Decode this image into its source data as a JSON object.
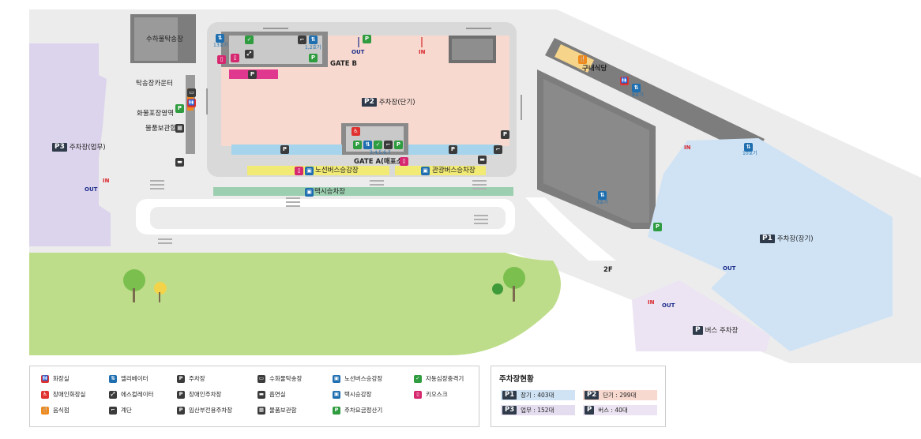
{
  "labels": {
    "freight_terminal": "수하물탁송장",
    "checkin_counter": "탁송장카운터",
    "cargo_area": "화물포장영역",
    "luggage_storage": "물품보관함",
    "restaurant": "구내식당",
    "gate_b": "GATE B",
    "gate_a": "GATE A(매표소)",
    "route_bus": "노선버스승강장",
    "tour_bus": "관광버스승차장",
    "taxi": "택시승차장",
    "floor_2f": "2F",
    "in": "IN",
    "out": "OUT",
    "elevator_13": "13호기",
    "elevator_12": "1,2호기",
    "elevator_34567": "3,4,5,6,7",
    "elevator_8": "8호기",
    "elevator_9": "9호기",
    "elevator_10": "10호기"
  },
  "zones": {
    "p1": {
      "badge": "P1",
      "name": "주차장(장기)"
    },
    "p2": {
      "badge": "P2",
      "name": "주차장(단기)"
    },
    "p3": {
      "badge": "P3",
      "name": "주차장(업무)"
    },
    "bus": {
      "badge": "P",
      "name": "버스 주차장"
    }
  },
  "legend": [
    {
      "icon": "toilet-icon",
      "symbol": "🚻",
      "color": "#e0332f",
      "label": "화장실"
    },
    {
      "icon": "accessible-toilet-icon",
      "symbol": "♿",
      "color": "#e0332f",
      "label": "장애인화장실"
    },
    {
      "icon": "restaurant-icon",
      "symbol": "🍴",
      "color": "#f08a1c",
      "label": "음식점"
    },
    {
      "icon": "elevator-icon",
      "symbol": "⇅",
      "color": "#1f6fb0",
      "label": "엘리베이터"
    },
    {
      "icon": "escalator-icon",
      "symbol": "⤢",
      "color": "#3b3b3b",
      "label": "에스컬레이터"
    },
    {
      "icon": "stairs-icon",
      "symbol": "⌐",
      "color": "#3b3b3b",
      "label": "계단"
    },
    {
      "icon": "parking-icon",
      "symbol": "P",
      "color": "#3b3b3b",
      "label": "주차장"
    },
    {
      "icon": "accessible-parking-icon",
      "symbol": "P",
      "color": "#3b3b3b",
      "label": "장애인주차장"
    },
    {
      "icon": "pregnant-parking-icon",
      "symbol": "P",
      "color": "#3b3b3b",
      "label": "임산부전용주차장"
    },
    {
      "icon": "freight-icon",
      "symbol": "▭",
      "color": "#3b3b3b",
      "label": "수화물탁송장"
    },
    {
      "icon": "smoking-icon",
      "symbol": "▬",
      "color": "#3b3b3b",
      "label": "흡연실"
    },
    {
      "icon": "locker-icon",
      "symbol": "▦",
      "color": "#3b3b3b",
      "label": "물품보관함"
    },
    {
      "icon": "route-bus-icon",
      "symbol": "▣",
      "color": "#1f6fb0",
      "label": "노선버스승강장"
    },
    {
      "icon": "taxi-icon",
      "symbol": "▣",
      "color": "#1f6fb0",
      "label": "택시승강장"
    },
    {
      "icon": "pay-station-icon",
      "symbol": "P",
      "color": "#2e9c3f",
      "label": "주차요금정산기"
    },
    {
      "icon": "ticket-machine-icon",
      "symbol": "✓",
      "color": "#2e9c3f",
      "label": "자동심장충격기"
    },
    {
      "icon": "kiosk-icon",
      "symbol": "▯",
      "color": "#d6286f",
      "label": "키오스크"
    }
  ],
  "parking_status": {
    "title": "주차장현황",
    "items": [
      {
        "badge": "P1",
        "text": "장기 : 403대",
        "color": "#cfe3f5"
      },
      {
        "badge": "P2",
        "text": "단기 : 299대",
        "color": "#f7d9cf"
      },
      {
        "badge": "P3",
        "text": "업무 : 152대",
        "color": "#e4dcef"
      },
      {
        "badge": "P",
        "text": "버스 :  40대",
        "color": "#ece4f2"
      }
    ]
  }
}
